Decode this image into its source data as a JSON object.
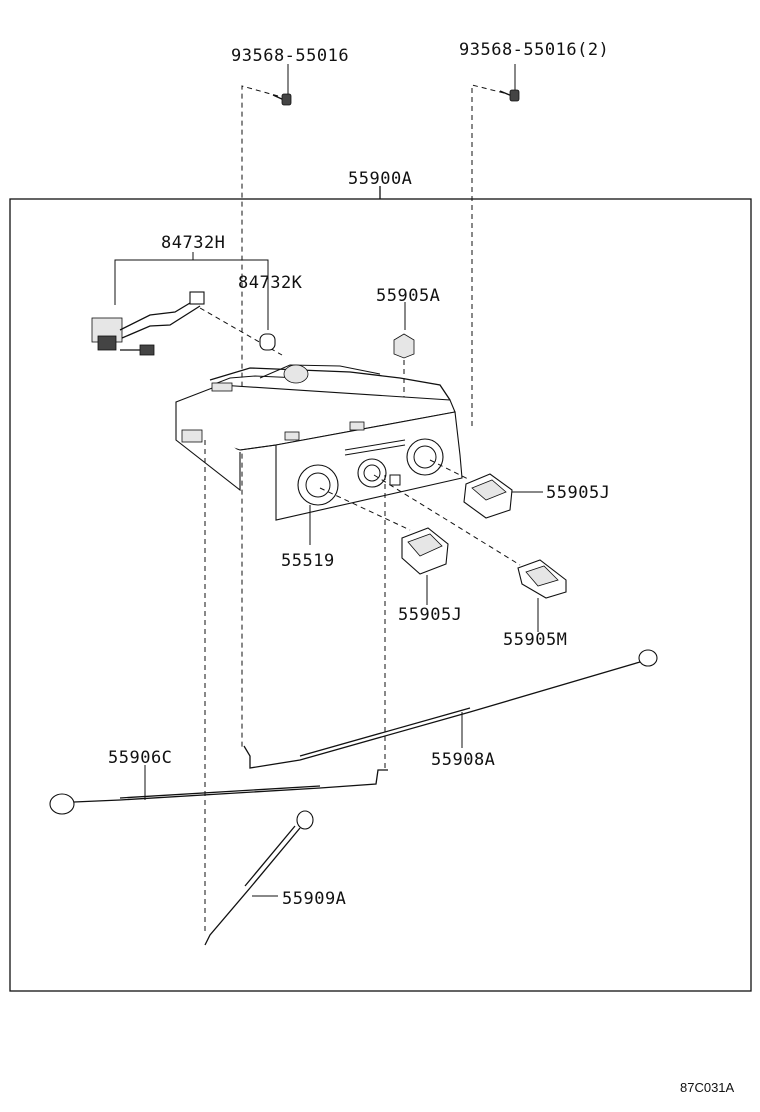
{
  "diagram": {
    "labels": {
      "bolt_left": "93568-55016",
      "bolt_right": "93568-55016(2)",
      "assembly": "55900A",
      "wire_harness": "84732H",
      "bulb": "84732K",
      "knob_small": "55905A",
      "knob_right": "55905J",
      "panel": "55519",
      "knob_center": "55905J",
      "knob_mode": "55905M",
      "cable_left": "55906C",
      "cable_right": "55908A",
      "cable_bottom": "55909A"
    },
    "drawing_code": "87C031A"
  }
}
